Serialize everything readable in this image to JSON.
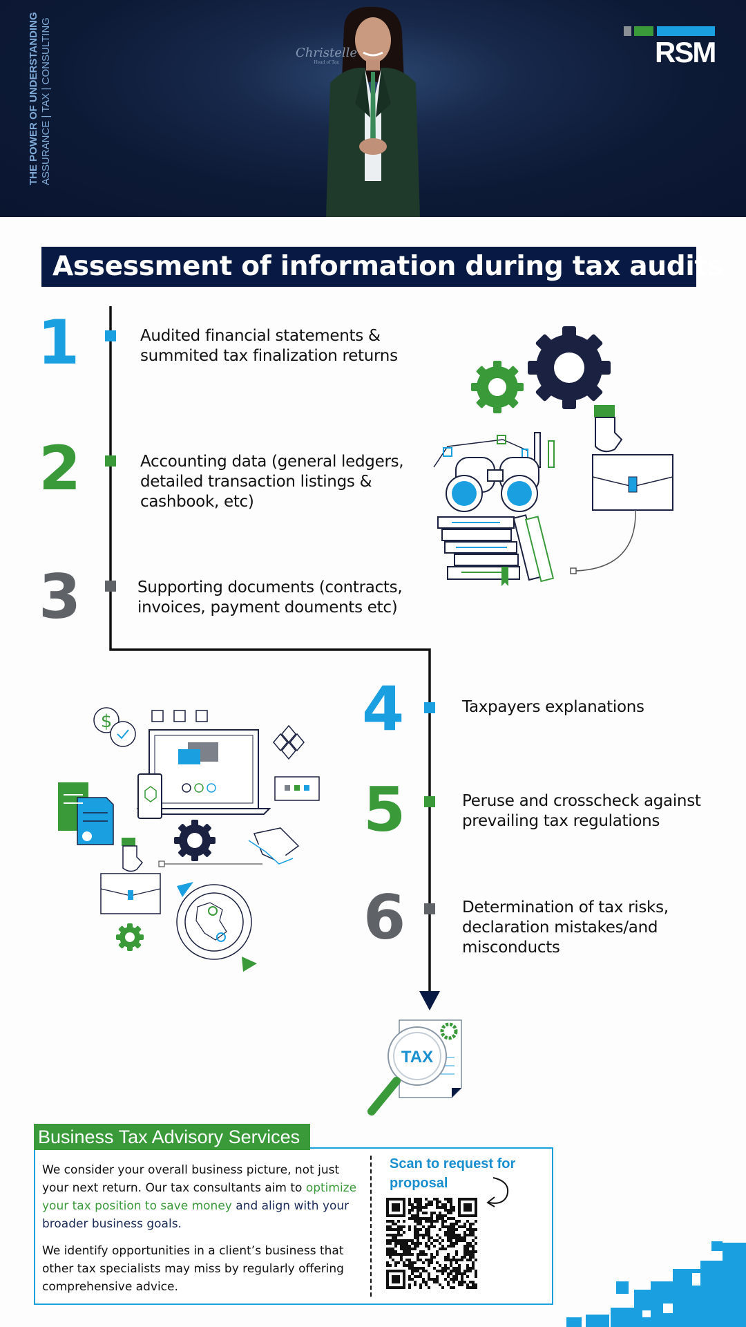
{
  "hero": {
    "tagline_line1": "THE POWER OF UNDERSTANDING",
    "tagline_line2": "ASSURANCE | TAX | CONSULTING",
    "brand": "RSM",
    "brand_colors": [
      "#8a8f96",
      "#3a9a3a",
      "#1a9fe0"
    ],
    "signature": "Christelle",
    "signature_caption": "Head of Tax"
  },
  "title": "Assessment of information during tax audits",
  "steps": [
    {
      "number": "1",
      "color": "#1a9fe0",
      "line1": "Audited financial statements &",
      "line2": "summited tax finalization returns",
      "line3": ""
    },
    {
      "number": "2",
      "color": "#3a9a3a",
      "line1": "Accounting data (general ledgers,",
      "line2": "detailed transaction listings &",
      "line3": "cashbook, etc)"
    },
    {
      "number": "3",
      "color": "#5f6266",
      "line1": "Supporting documents (contracts,",
      "line2": "invoices, payment douments etc)",
      "line3": ""
    },
    {
      "number": "4",
      "color": "#1a9fe0",
      "line1": "Taxpayers explanations",
      "line2": "",
      "line3": ""
    },
    {
      "number": "5",
      "color": "#3a9a3a",
      "line1": "Peruse and crosscheck against",
      "line2": "prevailing tax regulations",
      "line3": ""
    },
    {
      "number": "6",
      "color": "#5f6266",
      "line1": "Determination of tax risks,",
      "line2": "declaration mistakes/and",
      "line3": "misconducts"
    }
  ],
  "tax_icon_label": "TAX",
  "services": {
    "heading": "Business Tax Advisory Services",
    "para1_a": "We consider your overall business picture, not just your next return. Our tax consultants aim to ",
    "para1_b": "optimize your tax position to save money",
    "para1_c": " and align with your broader business goals.",
    "para2": "We identify opportunities in a client’s business that other tax specialists may miss by regularly offering comprehensive advice.",
    "scan_text": "Scan to request for proposal"
  }
}
